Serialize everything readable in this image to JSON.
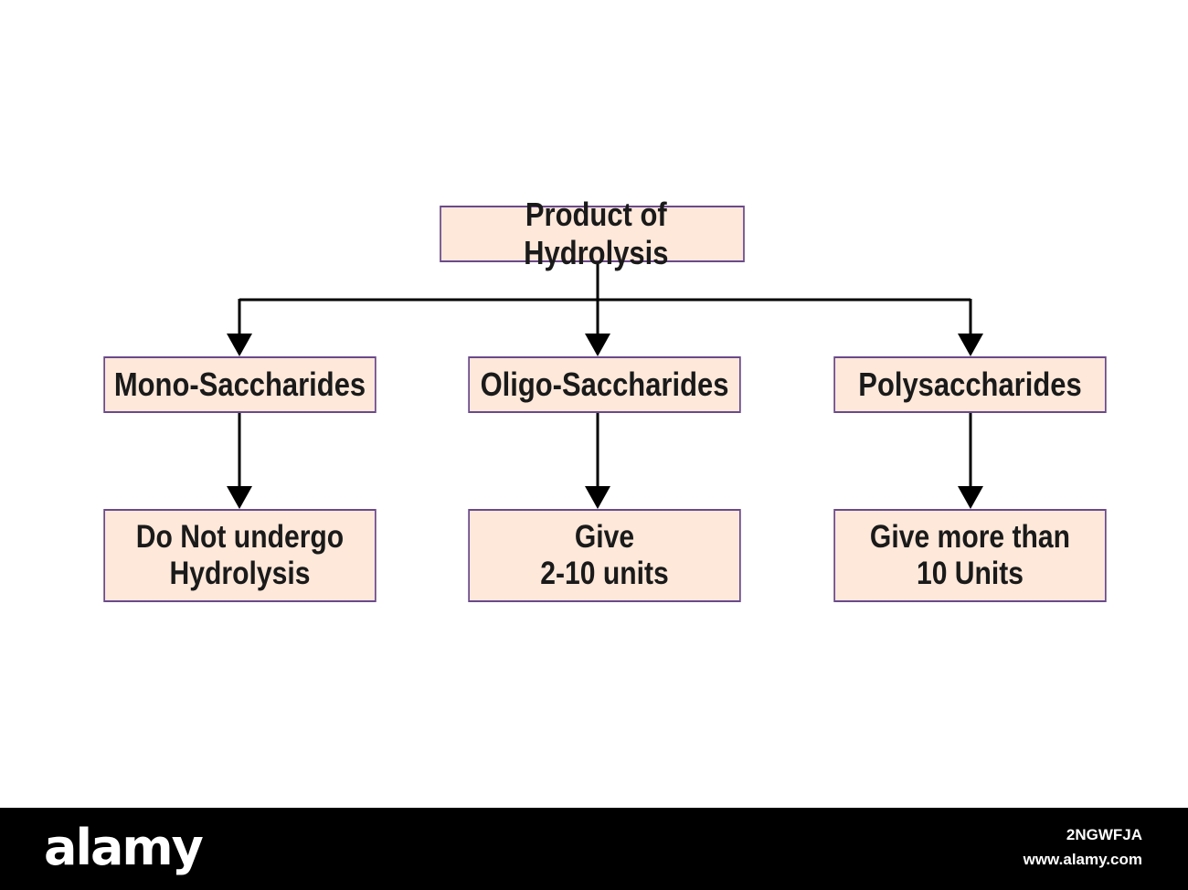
{
  "diagram": {
    "root": "Product of Hydrolysis",
    "categories": [
      {
        "name": "Mono-Saccharides",
        "result_lines": [
          "Do Not undergo",
          "Hydrolysis"
        ]
      },
      {
        "name": "Oligo-Saccharides",
        "result_lines": [
          "Give",
          "2-10 units"
        ]
      },
      {
        "name": "Polysaccharides",
        "result_lines": [
          "Give more than",
          "10 Units"
        ]
      }
    ],
    "colors": {
      "box_fill": "#fde8da",
      "box_border": "#6a4a8c",
      "connector": "#000000"
    }
  },
  "watermark": {
    "brand": "alamy",
    "image_id": "2NGWFJA",
    "url": "www.alamy.com"
  }
}
